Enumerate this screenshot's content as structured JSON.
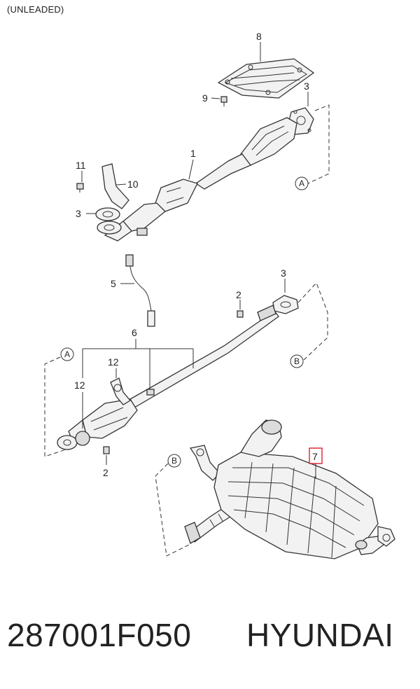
{
  "diagram": {
    "title": "(UNLEADED)",
    "callouts": {
      "c8": "8",
      "c9": "9",
      "c3a": "3",
      "c1": "1",
      "c11": "11",
      "c10": "10",
      "c3b": "3",
      "c5": "5",
      "c3c": "3",
      "c2a": "2",
      "c6": "6",
      "c12a": "12",
      "c12b": "12",
      "c2b": "2",
      "c7": "7"
    },
    "connectors": {
      "a_top": "A",
      "b_mid": "B",
      "a_left": "A",
      "b_bottom": "B"
    },
    "highlight_color": "#e0202a"
  },
  "footer": {
    "part_number": "287001F050",
    "brand": "HYUNDAI"
  }
}
